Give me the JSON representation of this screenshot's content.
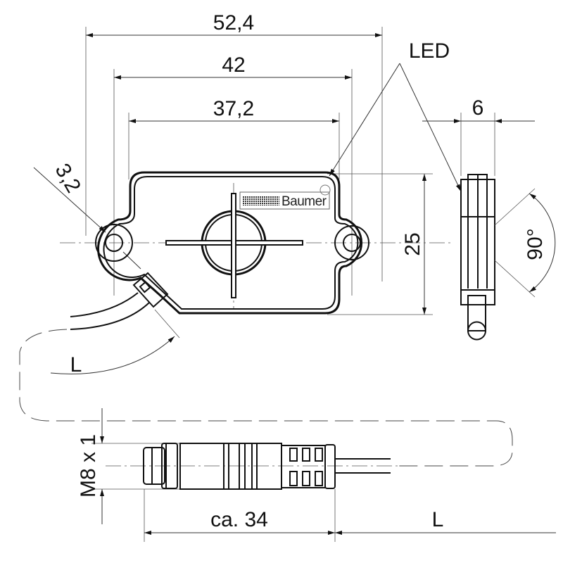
{
  "dimensions": {
    "overall_width": "52,4",
    "hole_spacing": "42",
    "body_width": "37,2",
    "hole_diameter": "3,2",
    "height": "25",
    "thickness": "6",
    "angle": "90°",
    "cable_length": "L",
    "connector_thread": "M8 x 1",
    "connector_length": "ca.  34",
    "cable_length_2": "L"
  },
  "callouts": {
    "led": "LED"
  },
  "logo": {
    "brand": "Baumer"
  }
}
